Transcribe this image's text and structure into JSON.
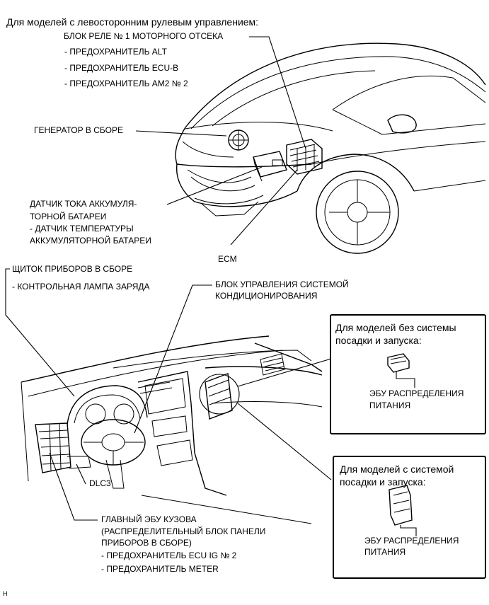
{
  "top_heading": "Для моделей с левосторонним рулевым управлением:",
  "engine_labels": {
    "relay_block": "БЛОК РЕЛЕ № 1 МОТОРНОГО ОТСЕКА",
    "fuse_alt": "- ПРЕДОХРАНИТЕЛЬ ALT",
    "fuse_ecu_b": "- ПРЕДОХРАНИТЕЛЬ ECU-B",
    "fuse_am2": "- ПРЕДОХРАНИТЕЛЬ AM2 № 2",
    "generator": "ГЕНЕРАТОР В СБОРЕ",
    "battery_sensor_1": "ДАТЧИК ТОКА АККУМУЛЯ-",
    "battery_sensor_2": "ТОРНОЙ БАТАРЕИ",
    "temp_sensor_1": "- ДАТЧИК ТЕМПЕРАТУРЫ",
    "temp_sensor_2": "АККУМУЛЯТОРНОЙ БАТАРЕИ",
    "ecm": "ECM"
  },
  "cabin_labels": {
    "cluster": "ЩИТОК ПРИБОРОВ В СБОРЕ",
    "charge_lamp": "- КОНТРОЛЬНАЯ ЛАМПА ЗАРЯДА",
    "ac_unit_1": "БЛОК УПРАВЛЕНИЯ СИСТЕМОЙ",
    "ac_unit_2": "КОНДИЦИОНИРОВАНИЯ",
    "dlc3": "DLC3",
    "main_body_1": "ГЛАВНЫЙ ЭБУ КУЗОВА",
    "main_body_2": "(РАСПРЕДЕЛИТЕЛЬНЫЙ БЛОК ПАНЕЛИ",
    "main_body_3": "ПРИБОРОВ В СБОРЕ)",
    "fuse_ecu_ig": "- ПРЕДОХРАНИТЕЛЬ ECU IG № 2",
    "fuse_meter": "- ПРЕДОХРАНИТЕЛЬ METER"
  },
  "box_without": {
    "title_1": "Для моделей без системы",
    "title_2": "посадки и запуска:",
    "label_1": "ЭБУ РАСПРЕДЕЛЕНИЯ",
    "label_2": "ПИТАНИЯ"
  },
  "box_with": {
    "title_1": "Для моделей с системой",
    "title_2": "посадки и запуска:",
    "label_1": "ЭБУ РАСПРЕДЕЛЕНИЯ",
    "label_2": "ПИТАНИЯ"
  },
  "footer_code": "H"
}
